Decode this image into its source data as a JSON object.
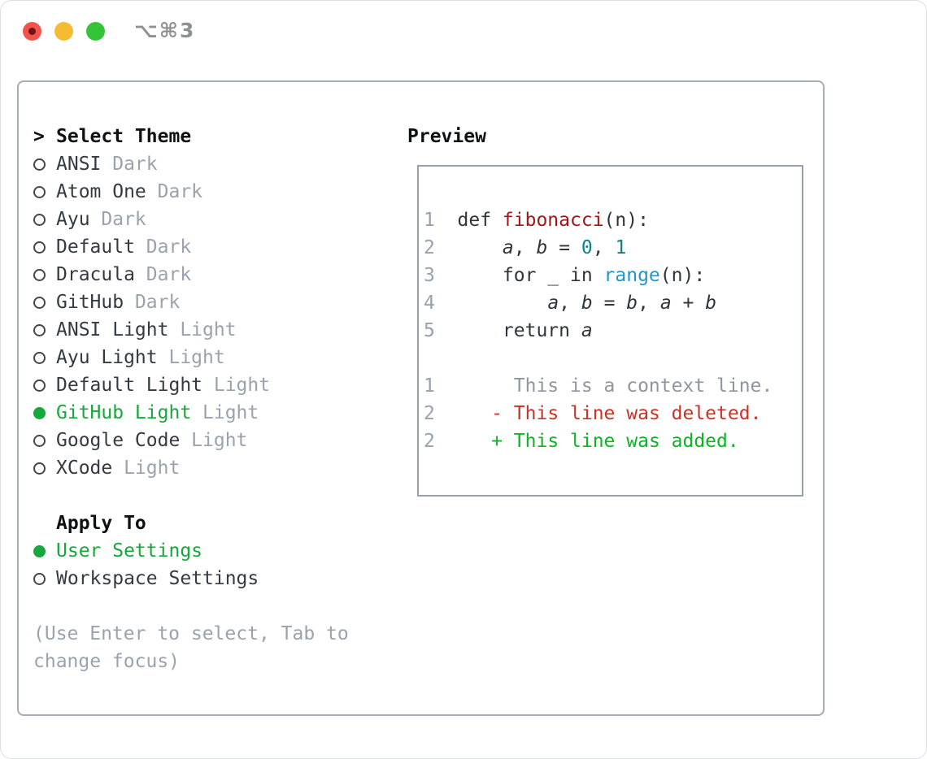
{
  "window": {
    "shortcut": "⌥⌘3"
  },
  "theme_picker": {
    "prompt": ">",
    "title": "Select Theme",
    "items": [
      {
        "name": "ANSI",
        "variant": "Dark",
        "selected": false
      },
      {
        "name": "Atom One",
        "variant": "Dark",
        "selected": false
      },
      {
        "name": "Ayu",
        "variant": "Dark",
        "selected": false
      },
      {
        "name": "Default",
        "variant": "Dark",
        "selected": false
      },
      {
        "name": "Dracula",
        "variant": "Dark",
        "selected": false
      },
      {
        "name": "GitHub",
        "variant": "Dark",
        "selected": false
      },
      {
        "name": "ANSI Light",
        "variant": "Light",
        "selected": false
      },
      {
        "name": "Ayu Light",
        "variant": "Light",
        "selected": false
      },
      {
        "name": "Default Light",
        "variant": "Light",
        "selected": false
      },
      {
        "name": "GitHub Light",
        "variant": "Light",
        "selected": true
      },
      {
        "name": "Google Code",
        "variant": "Light",
        "selected": false
      },
      {
        "name": "XCode",
        "variant": "Light",
        "selected": false
      }
    ],
    "apply_to": {
      "title": "Apply To",
      "options": [
        {
          "label": "User Settings",
          "selected": true
        },
        {
          "label": "Workspace Settings",
          "selected": false
        }
      ]
    },
    "help": "(Use Enter to select, Tab to change focus)"
  },
  "preview": {
    "title": "Preview",
    "lines": [
      {
        "num": "1",
        "segments": [
          {
            "t": "def ",
            "c": "code"
          },
          {
            "t": "fibonacci",
            "c": "func"
          },
          {
            "t": "(n):",
            "c": "code"
          }
        ]
      },
      {
        "num": "2",
        "segments": [
          {
            "t": "    ",
            "c": "code"
          },
          {
            "t": "a",
            "c": "var"
          },
          {
            "t": ", ",
            "c": "code"
          },
          {
            "t": "b",
            "c": "var"
          },
          {
            "t": " = ",
            "c": "code"
          },
          {
            "t": "0",
            "c": "lit"
          },
          {
            "t": ", ",
            "c": "code"
          },
          {
            "t": "1",
            "c": "lit"
          }
        ]
      },
      {
        "num": "3",
        "segments": [
          {
            "t": "    for _ in ",
            "c": "code"
          },
          {
            "t": "range",
            "c": "builtin"
          },
          {
            "t": "(n):",
            "c": "code"
          }
        ]
      },
      {
        "num": "4",
        "segments": [
          {
            "t": "        ",
            "c": "code"
          },
          {
            "t": "a",
            "c": "var"
          },
          {
            "t": ", ",
            "c": "code"
          },
          {
            "t": "b",
            "c": "var"
          },
          {
            "t": " = ",
            "c": "code"
          },
          {
            "t": "b",
            "c": "var"
          },
          {
            "t": ", ",
            "c": "code"
          },
          {
            "t": "a",
            "c": "var"
          },
          {
            "t": " + ",
            "c": "code"
          },
          {
            "t": "b",
            "c": "var"
          }
        ]
      },
      {
        "num": "5",
        "segments": [
          {
            "t": "    return ",
            "c": "code"
          },
          {
            "t": "a",
            "c": "var"
          }
        ]
      },
      {
        "num": "",
        "segments": []
      },
      {
        "num": "1",
        "segments": [
          {
            "t": "     This is a context line.",
            "c": "ctx"
          }
        ]
      },
      {
        "num": "2",
        "segments": [
          {
            "t": "   ",
            "c": "code"
          },
          {
            "t": "- This line was deleted.",
            "c": "del"
          }
        ]
      },
      {
        "num": "2",
        "segments": [
          {
            "t": "   ",
            "c": "code"
          },
          {
            "t": "+ This line was added.",
            "c": "add"
          }
        ]
      }
    ]
  },
  "colors": {
    "accent_green": "#16a83a",
    "added_green": "#0cb521",
    "deleted_red": "#cb3227",
    "func_red": "#a41616",
    "literal_teal": "#0c8582",
    "builtin_blue": "#2196c9",
    "text_dark": "#343a42",
    "heading_black": "#0e1114",
    "muted_gray": "#9aa3ad",
    "line_number": "#97a1af",
    "context_gray": "#8f969f",
    "panel_border": "#a5adb8",
    "preview_border": "#98a0ab",
    "traffic_red": "#f2544d",
    "traffic_red_dot": "#701312",
    "traffic_yellow": "#f5bc31",
    "traffic_green": "#35c438",
    "shortcut_gray": "#8f9094",
    "code_dark": "#2f353b"
  }
}
